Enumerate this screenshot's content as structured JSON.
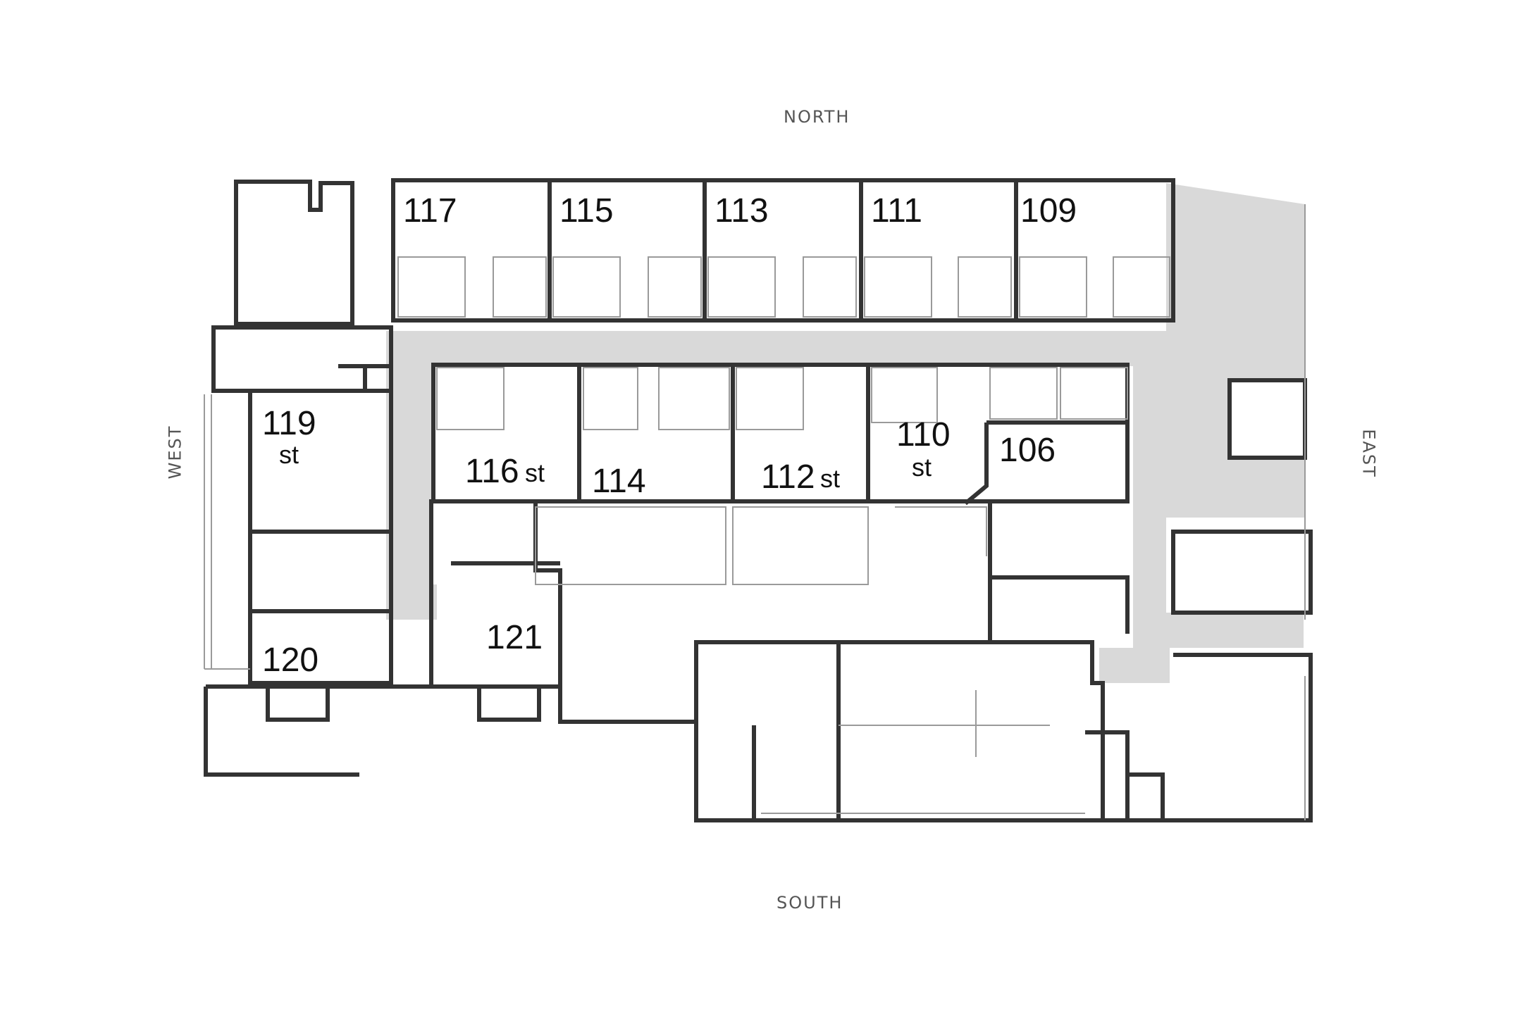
{
  "compass": {
    "north": "NORTH",
    "south": "SOUTH",
    "east": "EAST",
    "west": "WEST"
  },
  "rooms": {
    "r117": "117",
    "r115": "115",
    "r113": "113",
    "r111": "111",
    "r109": "109",
    "r119": "119",
    "r119_suffix": "st",
    "r116": "116",
    "r116_suffix": "st",
    "r114": "114",
    "r112": "112",
    "r112_suffix": "st",
    "r110": "110",
    "r110_suffix": "st",
    "r106": "106",
    "r121": "121",
    "r120": "120"
  },
  "colors": {
    "wall": "#333333",
    "corridor": "#d9d9d9",
    "thin_line": "#9a9a9a",
    "background": "#ffffff"
  }
}
